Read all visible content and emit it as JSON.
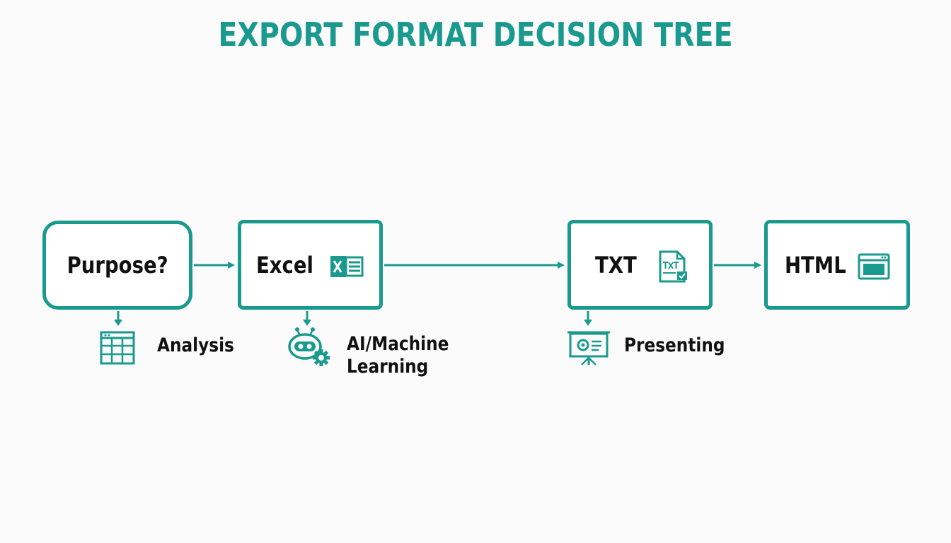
{
  "title": "EXPORT FORMAT DECISION TREE",
  "colors": {
    "accent": "#1a9a8e",
    "text": "#111111",
    "background": "#fbfbfb"
  },
  "nodes": [
    {
      "id": "purpose",
      "label": "Purpose?"
    },
    {
      "id": "excel",
      "label": "Excel",
      "icon": "excel-icon"
    },
    {
      "id": "txt",
      "label": "TXT",
      "icon": "txt-file-icon"
    },
    {
      "id": "html",
      "label": "HTML",
      "icon": "browser-window-icon"
    }
  ],
  "branches": [
    {
      "from": "purpose",
      "label": "Analysis",
      "icon": "spreadsheet-icon"
    },
    {
      "from": "excel",
      "label_line1": "AI/Machine",
      "label_line2": "Learning",
      "icon": "robot-gear-icon"
    },
    {
      "from": "txt",
      "label": "Presenting",
      "icon": "projector-screen-icon"
    }
  ],
  "edges": [
    {
      "from": "purpose",
      "to": "excel"
    },
    {
      "from": "excel",
      "to": "txt"
    },
    {
      "from": "txt",
      "to": "html"
    }
  ]
}
